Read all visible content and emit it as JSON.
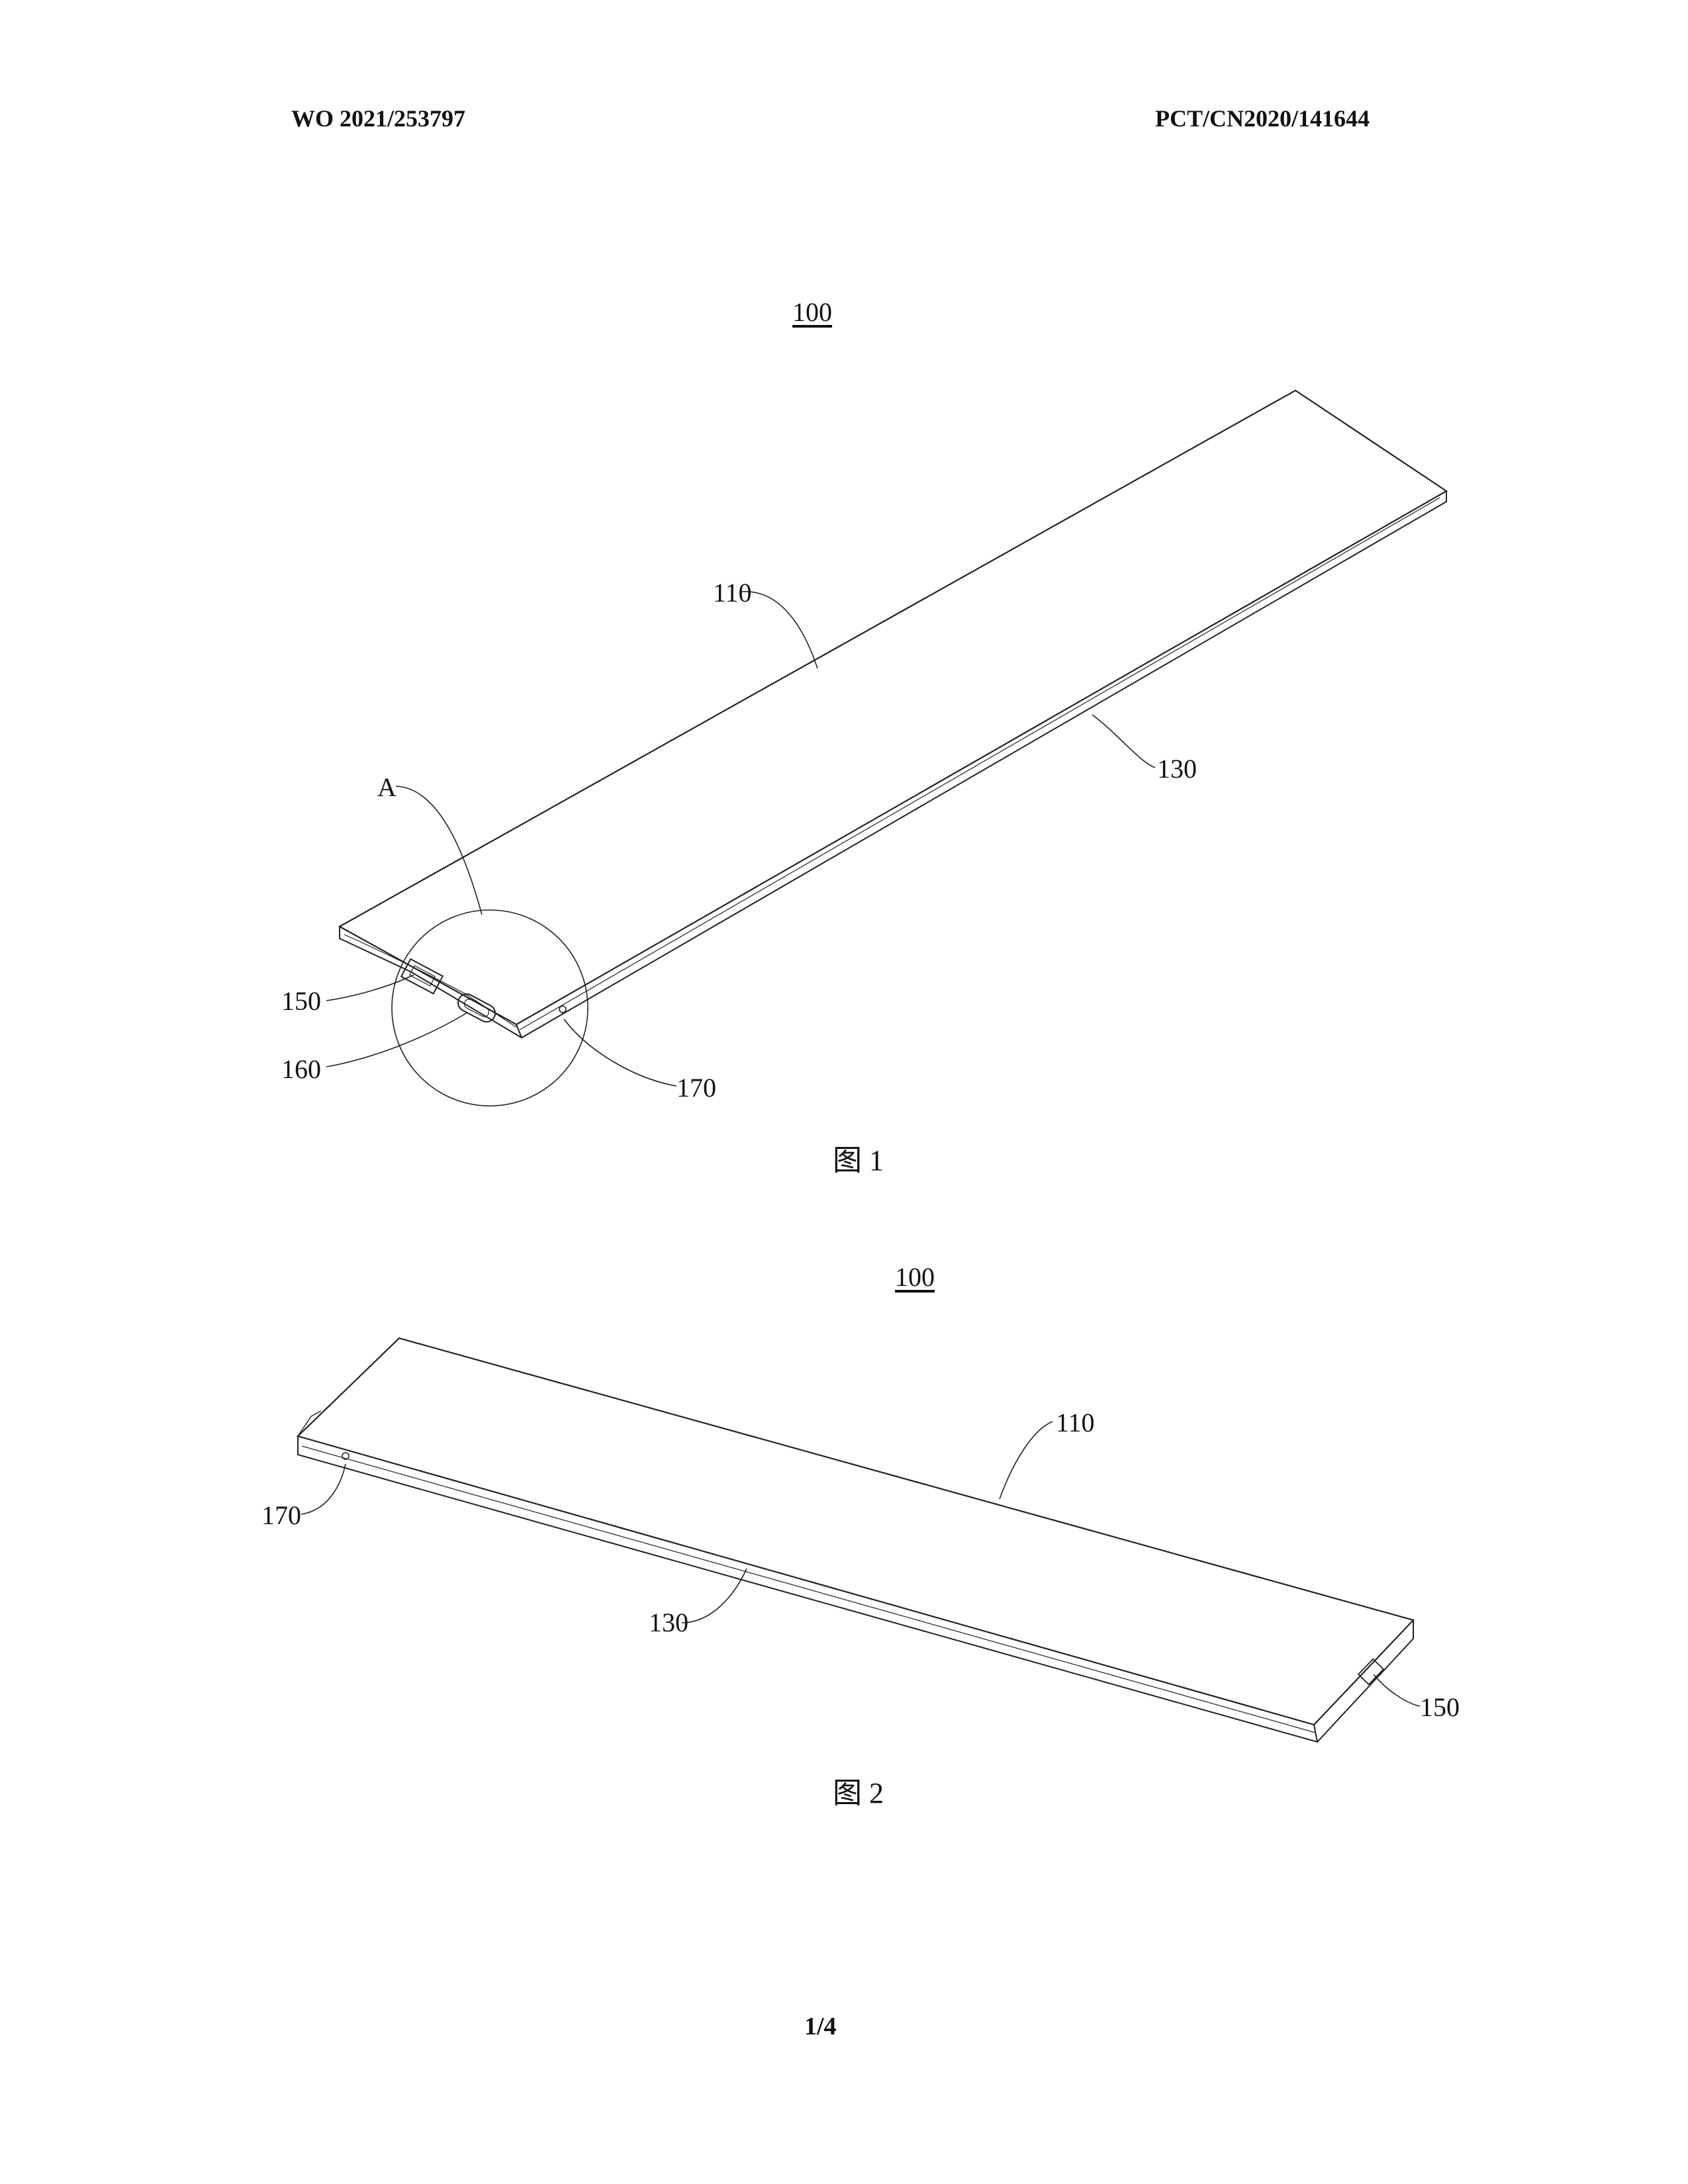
{
  "header": {
    "pub_number": "WO 2021/253797",
    "app_number": "PCT/CN2020/141644"
  },
  "figure1": {
    "ref_main": "100",
    "labels": {
      "top_surface": "110",
      "side_frame": "130",
      "detail": "A",
      "port_150": "150",
      "port_160": "160",
      "hole_170": "170"
    },
    "caption": "图 1"
  },
  "figure2": {
    "ref_main": "100",
    "labels": {
      "top_surface": "110",
      "side_frame": "130",
      "hole_170": "170",
      "port_150": "150"
    },
    "caption": "图 2"
  },
  "footer": {
    "page": "1/4"
  }
}
